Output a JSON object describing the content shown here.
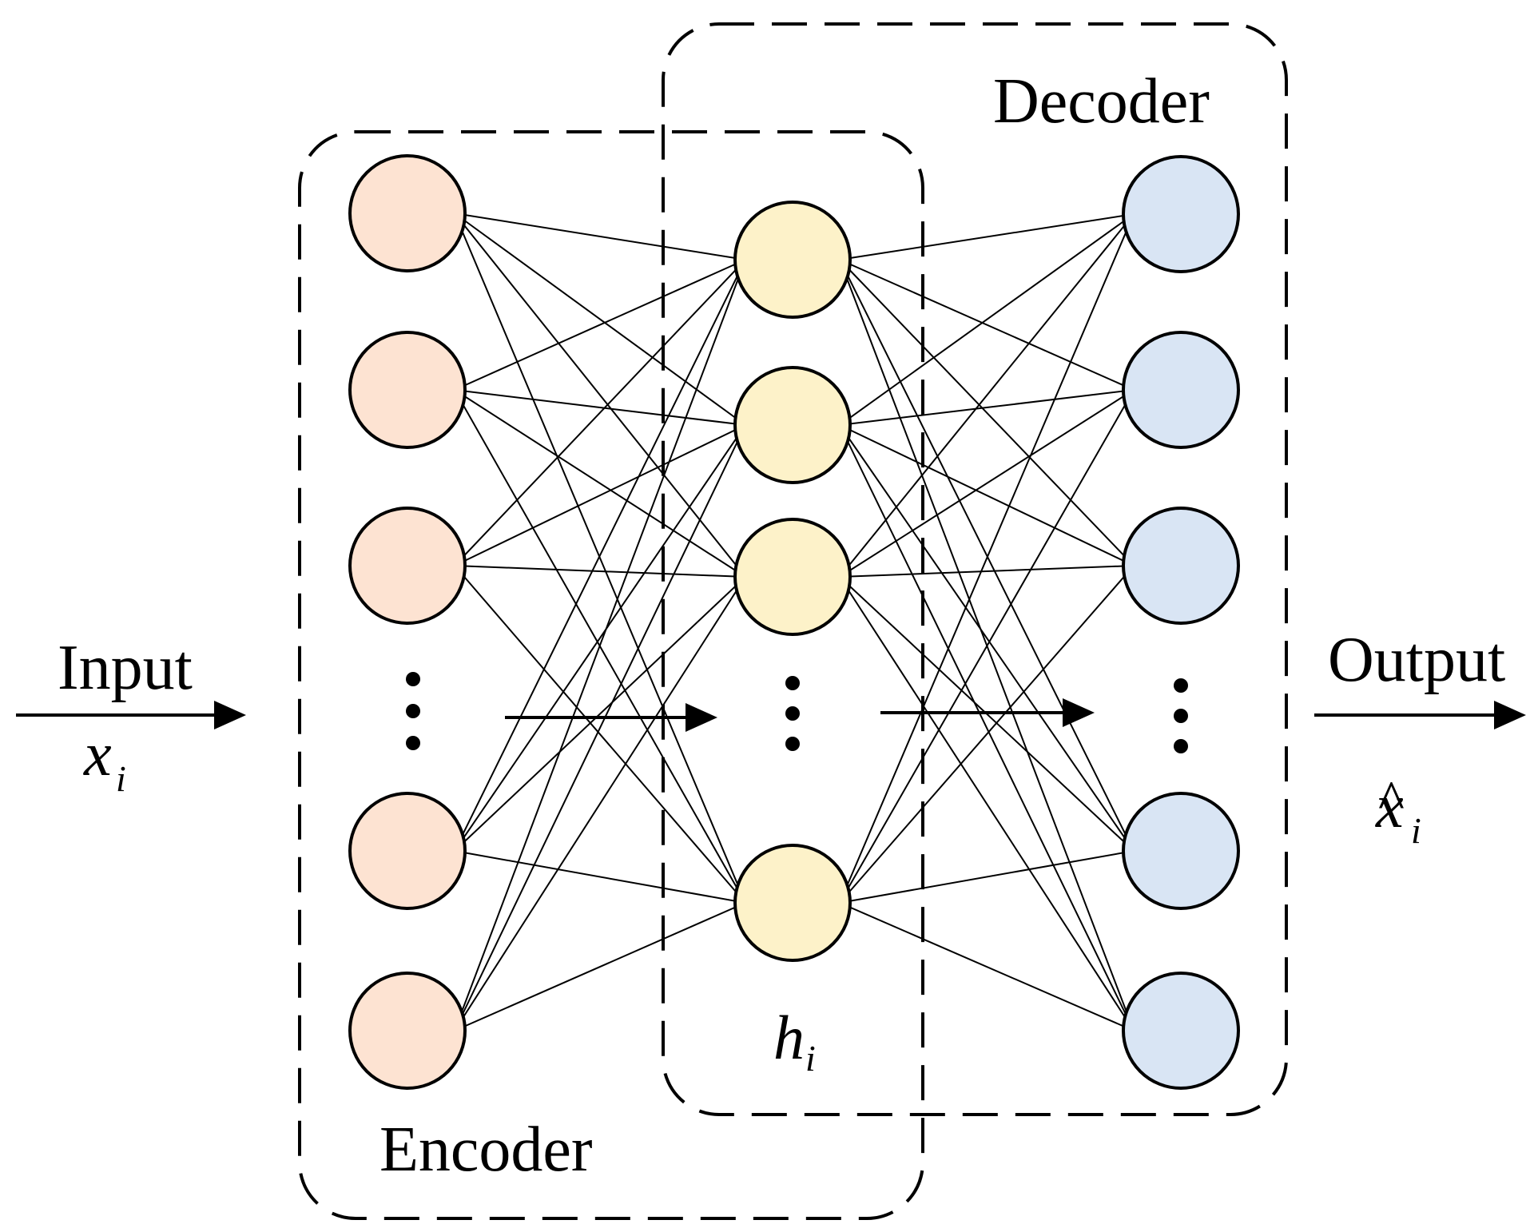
{
  "labels": {
    "input": "Input",
    "output": "Output",
    "encoder": "Encoder",
    "decoder": "Decoder"
  },
  "symbols": {
    "input_var": "x",
    "input_sub": "i",
    "hidden_var": "h",
    "hidden_sub": "i",
    "output_var": "x",
    "output_sub": "i",
    "output_hat": "^"
  },
  "ellipsis": "⋮",
  "colors": {
    "input_node": "#fde3d2",
    "hidden_node": "#fdf2c9",
    "output_node": "#d9e5f4",
    "stroke": "#000000",
    "background": "#ffffff"
  },
  "layers": {
    "input_nodes": 5,
    "hidden_nodes": 4,
    "output_nodes": 5,
    "fully_connected": true
  }
}
